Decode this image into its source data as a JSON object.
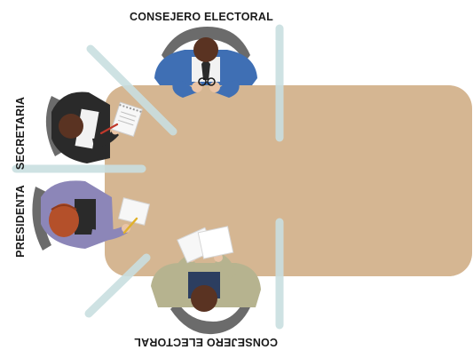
{
  "roles": {
    "top": "CONSEJERO ELECTORAL",
    "bottom": "CONSEJERO ELECTORAL",
    "left_upper": "SECRETARIA",
    "left_lower": "PRESIDENTA"
  },
  "colors": {
    "table": "#d5b692",
    "divider": "#c9dfe0",
    "chair": "#6b6b6b",
    "chair_light": "#8a8a8a",
    "skin": "#e9c4a6",
    "hair_brown": "#5a3322",
    "hair_auburn": "#b4502a",
    "suit_blue": "#3f6fb4",
    "suit_dark": "#2a2a2a",
    "suit_purple": "#8c86b8",
    "suit_khaki": "#b6b38f",
    "shirt_white": "#f2f2f2",
    "paper": "#f7f7f7"
  }
}
